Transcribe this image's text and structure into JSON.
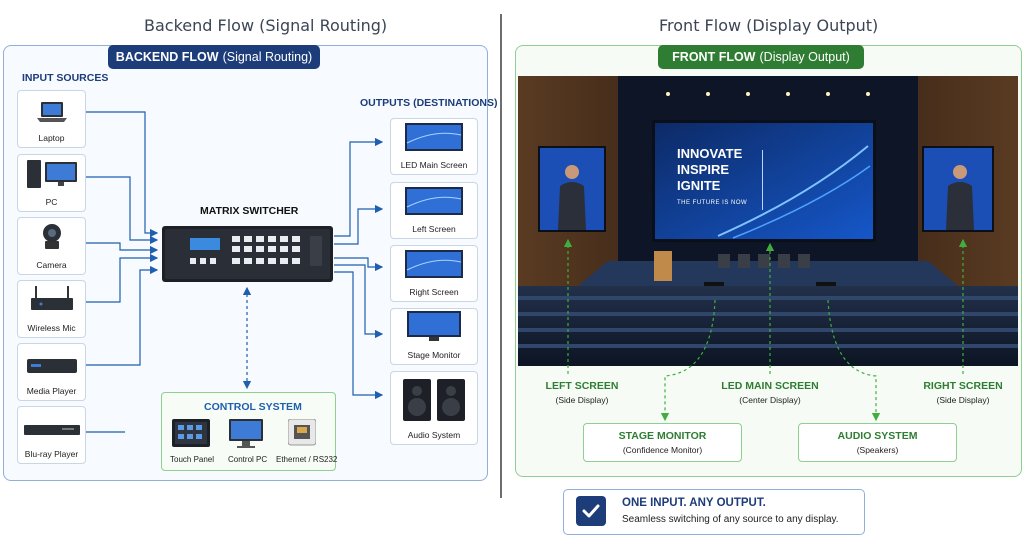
{
  "backend": {
    "heading": "Backend Flow (Signal Routing)",
    "pill_bold": "BACKEND FLOW",
    "pill_light": "(Signal Routing)",
    "input_title": "INPUT SOURCES",
    "output_title": "OUTPUTS (DESTINATIONS)",
    "switcher_title": "MATRIX SWITCHER",
    "inputs": [
      "Laptop",
      "PC",
      "Camera",
      "Wireless Mic",
      "Media Player",
      "Blu-ray Player"
    ],
    "outputs": [
      "LED Main Screen",
      "Left Screen",
      "Right Screen",
      "Stage Monitor",
      "Audio System"
    ],
    "control": {
      "title": "CONTROL SYSTEM",
      "items": [
        "Touch Panel",
        "Control PC",
        "Ethernet / RS232"
      ]
    }
  },
  "front": {
    "heading": "Front Flow (Display Output)",
    "pill_bold": "FRONT FLOW",
    "pill_light": "(Display Output)",
    "screen_text": {
      "line1": "INNOVATE",
      "line2": "INSPIRE",
      "line3": "IGNITE",
      "tagline": "THE FUTURE IS NOW"
    },
    "labels": {
      "left": {
        "title": "LEFT SCREEN",
        "sub": "(Side Display)"
      },
      "center": {
        "title": "LED MAIN SCREEN",
        "sub": "(Center Display)"
      },
      "right": {
        "title": "RIGHT SCREEN",
        "sub": "(Side Display)"
      },
      "stage": {
        "title": "STAGE MONITOR",
        "sub": "(Confidence Monitor)"
      },
      "audio": {
        "title": "AUDIO SYSTEM",
        "sub": "(Speakers)"
      }
    }
  },
  "banner": {
    "title": "ONE INPUT. ANY OUTPUT.",
    "sub": "Seamless switching of any source to any display."
  },
  "colors": {
    "navy": "#1c3c7a",
    "green": "#2e7d32",
    "arrow_blue": "#1e5fb0",
    "arrow_green": "#3fae3f"
  }
}
